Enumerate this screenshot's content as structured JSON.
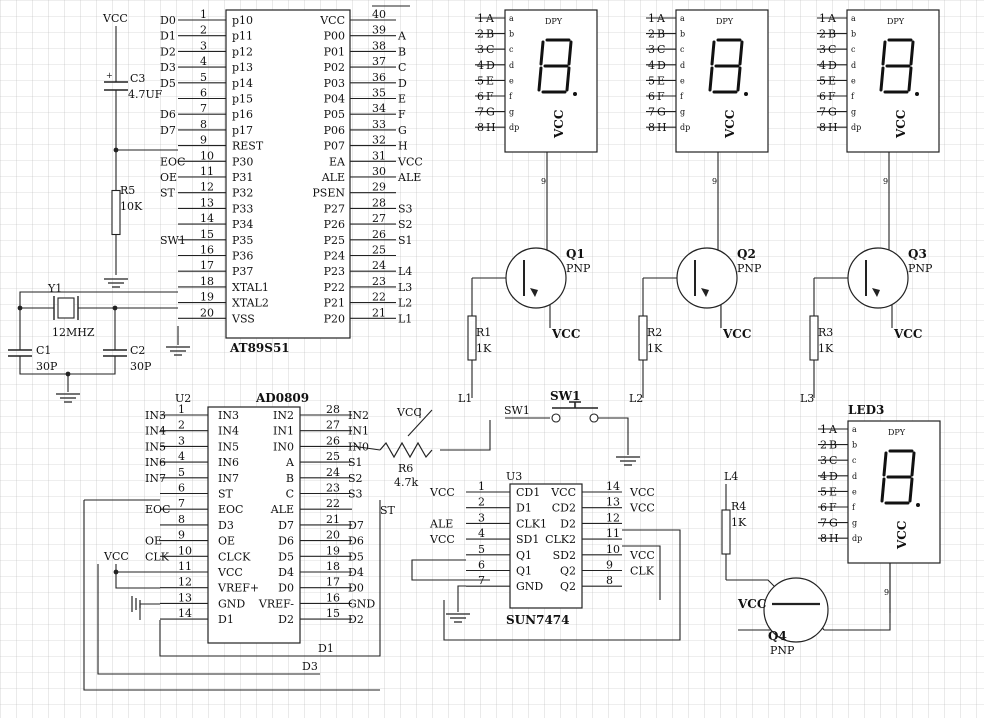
{
  "mcu": {
    "label": "AT89S51",
    "left_pins": [
      {
        "num": "1",
        "name": "p10",
        "net": "D0"
      },
      {
        "num": "2",
        "name": "p11",
        "net": "D1"
      },
      {
        "num": "3",
        "name": "p12",
        "net": "D2"
      },
      {
        "num": "4",
        "name": "p13",
        "net": "D3"
      },
      {
        "num": "5",
        "name": "p14",
        "net": "D5"
      },
      {
        "num": "6",
        "name": "p15",
        "net": ""
      },
      {
        "num": "7",
        "name": "p16",
        "net": "D6"
      },
      {
        "num": "8",
        "name": "p17",
        "net": "D7"
      },
      {
        "num": "9",
        "name": "REST",
        "net": ""
      },
      {
        "num": "10",
        "name": "P30",
        "net": "EOC"
      },
      {
        "num": "11",
        "name": "P31",
        "net": "OE"
      },
      {
        "num": "12",
        "name": "P32",
        "net": "ST"
      },
      {
        "num": "13",
        "name": "P33",
        "net": ""
      },
      {
        "num": "14",
        "name": "P34",
        "net": ""
      },
      {
        "num": "15",
        "name": "P35",
        "net": "SW1"
      },
      {
        "num": "16",
        "name": "P36",
        "net": ""
      },
      {
        "num": "17",
        "name": "P37",
        "net": ""
      },
      {
        "num": "18",
        "name": "XTAL1",
        "net": ""
      },
      {
        "num": "19",
        "name": "XTAL2",
        "net": ""
      },
      {
        "num": "20",
        "name": "VSS",
        "net": ""
      }
    ],
    "right_pins": [
      {
        "num": "40",
        "name": "VCC",
        "net": ""
      },
      {
        "num": "39",
        "name": "P00",
        "net": "A"
      },
      {
        "num": "38",
        "name": "P01",
        "net": "B"
      },
      {
        "num": "37",
        "name": "P02",
        "net": "C"
      },
      {
        "num": "36",
        "name": "P03",
        "net": "D"
      },
      {
        "num": "35",
        "name": "P04",
        "net": "E"
      },
      {
        "num": "34",
        "name": "P05",
        "net": "F"
      },
      {
        "num": "33",
        "name": "P06",
        "net": "G"
      },
      {
        "num": "32",
        "name": "P07",
        "net": "H"
      },
      {
        "num": "31",
        "name": "EA",
        "net": "VCC"
      },
      {
        "num": "30",
        "name": "ALE",
        "net": "ALE"
      },
      {
        "num": "29",
        "name": "PSEN",
        "net": ""
      },
      {
        "num": "28",
        "name": "P27",
        "net": "S3"
      },
      {
        "num": "27",
        "name": "P26",
        "net": "S2"
      },
      {
        "num": "26",
        "name": "P25",
        "net": "S1"
      },
      {
        "num": "25",
        "name": "P24",
        "net": ""
      },
      {
        "num": "24",
        "name": "P23",
        "net": "L4"
      },
      {
        "num": "23",
        "name": "P22",
        "net": "L3"
      },
      {
        "num": "22",
        "name": "P21",
        "net": "L2"
      },
      {
        "num": "21",
        "name": "P20",
        "net": "L1"
      }
    ]
  },
  "adc": {
    "ref": "U2",
    "label": "AD0809",
    "left_pins": [
      {
        "num": "1",
        "name": "IN3",
        "net": "IN3"
      },
      {
        "num": "2",
        "name": "IN4",
        "net": "IN4"
      },
      {
        "num": "3",
        "name": "IN5",
        "net": "IN5"
      },
      {
        "num": "4",
        "name": "IN6",
        "net": "IN6"
      },
      {
        "num": "5",
        "name": "IN7",
        "net": "IN7"
      },
      {
        "num": "6",
        "name": "ST",
        "net": ""
      },
      {
        "num": "7",
        "name": "EOC",
        "net": "EOC"
      },
      {
        "num": "8",
        "name": "D3",
        "net": ""
      },
      {
        "num": "9",
        "name": "OE",
        "net": "OE"
      },
      {
        "num": "10",
        "name": "CLCK",
        "net": "CLK"
      },
      {
        "num": "11",
        "name": "VCC",
        "net": ""
      },
      {
        "num": "12",
        "name": "VREF+",
        "net": ""
      },
      {
        "num": "13",
        "name": "GND",
        "net": ""
      },
      {
        "num": "14",
        "name": "D1",
        "net": ""
      }
    ],
    "right_pins": [
      {
        "num": "28",
        "name": "IN2",
        "net": "IN2"
      },
      {
        "num": "27",
        "name": "IN1",
        "net": "IN1"
      },
      {
        "num": "26",
        "name": "IN0",
        "net": "IN0"
      },
      {
        "num": "25",
        "name": "A",
        "net": "S1"
      },
      {
        "num": "24",
        "name": "B",
        "net": "S2"
      },
      {
        "num": "23",
        "name": "C",
        "net": "S3"
      },
      {
        "num": "22",
        "name": "ALE",
        "net": ""
      },
      {
        "num": "21",
        "name": "D7",
        "net": "D7"
      },
      {
        "num": "20",
        "name": "D6",
        "net": "D6"
      },
      {
        "num": "19",
        "name": "D5",
        "net": "D5"
      },
      {
        "num": "18",
        "name": "D4",
        "net": "D4"
      },
      {
        "num": "17",
        "name": "D0",
        "net": "D0"
      },
      {
        "num": "16",
        "name": "VREF-",
        "net": "GND"
      },
      {
        "num": "15",
        "name": "D2",
        "net": "D2"
      }
    ]
  },
  "flipflop": {
    "ref": "U3",
    "label": "SUN7474",
    "left_pins": [
      {
        "num": "1",
        "name": "CD1",
        "net": "VCC"
      },
      {
        "num": "2",
        "name": "D1",
        "net": ""
      },
      {
        "num": "3",
        "name": "CLK1",
        "net": "ALE"
      },
      {
        "num": "4",
        "name": "SD1",
        "net": "VCC"
      },
      {
        "num": "5",
        "name": "Q1",
        "net": ""
      },
      {
        "num": "6",
        "name": "Q1",
        "net": ""
      },
      {
        "num": "7",
        "name": "GND",
        "net": ""
      }
    ],
    "right_pins": [
      {
        "num": "14",
        "name": "VCC",
        "net": "VCC"
      },
      {
        "num": "13",
        "name": "CD2",
        "net": "VCC"
      },
      {
        "num": "12",
        "name": "D2",
        "net": ""
      },
      {
        "num": "11",
        "name": "CLK2",
        "net": ""
      },
      {
        "num": "10",
        "name": "SD2",
        "net": "VCC"
      },
      {
        "num": "9",
        "name": "Q2",
        "net": "CLK"
      },
      {
        "num": "8",
        "name": "Q2",
        "net": ""
      }
    ]
  },
  "displays": [
    {
      "ref": "",
      "title": "DPY",
      "net": "VCC",
      "common": "9",
      "pins": [
        {
          "num": "1",
          "net": "A",
          "seg": "a"
        },
        {
          "num": "2",
          "net": "B",
          "seg": "b"
        },
        {
          "num": "3",
          "net": "C",
          "seg": "c"
        },
        {
          "num": "4",
          "net": "D",
          "seg": "d"
        },
        {
          "num": "5",
          "net": "E",
          "seg": "e"
        },
        {
          "num": "6",
          "net": "F",
          "seg": "f"
        },
        {
          "num": "7",
          "net": "G",
          "seg": "g"
        },
        {
          "num": "8",
          "net": "H",
          "seg": "dp"
        }
      ]
    },
    {
      "ref": "",
      "title": "DPY",
      "net": "VCC",
      "common": "9",
      "pins": [
        {
          "num": "1",
          "net": "A",
          "seg": "a"
        },
        {
          "num": "2",
          "net": "B",
          "seg": "b"
        },
        {
          "num": "3",
          "net": "C",
          "seg": "c"
        },
        {
          "num": "4",
          "net": "D",
          "seg": "d"
        },
        {
          "num": "5",
          "net": "E",
          "seg": "e"
        },
        {
          "num": "6",
          "net": "F",
          "seg": "f"
        },
        {
          "num": "7",
          "net": "G",
          "seg": "g"
        },
        {
          "num": "8",
          "net": "H",
          "seg": "dp"
        }
      ]
    },
    {
      "ref": "",
      "title": "DPY",
      "net": "VCC",
      "common": "9",
      "pins": [
        {
          "num": "1",
          "net": "A",
          "seg": "a"
        },
        {
          "num": "2",
          "net": "B",
          "seg": "b"
        },
        {
          "num": "3",
          "net": "C",
          "seg": "c"
        },
        {
          "num": "4",
          "net": "D",
          "seg": "d"
        },
        {
          "num": "5",
          "net": "E",
          "seg": "e"
        },
        {
          "num": "6",
          "net": "F",
          "seg": "f"
        },
        {
          "num": "7",
          "net": "G",
          "seg": "g"
        },
        {
          "num": "8",
          "net": "H",
          "seg": "dp"
        }
      ]
    },
    {
      "ref": "LED3",
      "title": "DPY",
      "net": "VCC",
      "common": "9",
      "pins": [
        {
          "num": "1",
          "net": "A",
          "seg": "a"
        },
        {
          "num": "2",
          "net": "B",
          "seg": "b"
        },
        {
          "num": "3",
          "net": "C",
          "seg": "c"
        },
        {
          "num": "4",
          "net": "D",
          "seg": "d"
        },
        {
          "num": "5",
          "net": "E",
          "seg": "e"
        },
        {
          "num": "6",
          "net": "F",
          "seg": "f"
        },
        {
          "num": "7",
          "net": "G",
          "seg": "g"
        },
        {
          "num": "8",
          "net": "H",
          "seg": "dp"
        }
      ]
    }
  ],
  "transistors": [
    {
      "ref": "Q1",
      "type": "PNP",
      "emitter": "VCC"
    },
    {
      "ref": "Q2",
      "type": "PNP",
      "emitter": "VCC"
    },
    {
      "ref": "Q3",
      "type": "PNP",
      "emitter": "VCC"
    },
    {
      "ref": "Q4",
      "type": "PNP",
      "emitter": "VCC"
    }
  ],
  "resistors": [
    {
      "ref": "R1",
      "value": "1K",
      "net": "L1"
    },
    {
      "ref": "R2",
      "value": "1K",
      "net": "L2"
    },
    {
      "ref": "R3",
      "value": "1K",
      "net": "L3"
    },
    {
      "ref": "R4",
      "value": "1K",
      "net": "L4"
    },
    {
      "ref": "R5",
      "value": "10K",
      "net": ""
    },
    {
      "ref": "R6",
      "value": "4.7k",
      "net": ""
    }
  ],
  "passives": {
    "c3_ref": "C3",
    "c3_value": "4.7UF",
    "y1_ref": "Y1",
    "y1_value": "12MHZ",
    "c1_ref": "C1",
    "c1_value": "30P",
    "c2_ref": "C2",
    "c2_value": "30P",
    "sw1_ref": "SW1",
    "vcc": "VCC"
  },
  "misc": {
    "st_label": "ST",
    "sw1_net": "SW1",
    "bus_d1": "D1",
    "bus_d3": "D3"
  }
}
